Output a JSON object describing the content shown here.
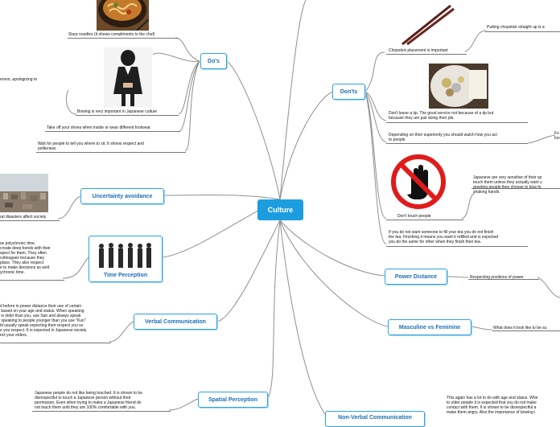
{
  "center": {
    "label": "Culture"
  },
  "branches": {
    "dos": "Do's",
    "donts": "Don'ts",
    "uncertainty": "Uncertainty avoidance",
    "time": "Time Perception",
    "verbal": "Verbal Communication",
    "spatial": "Spatial Perception",
    "power": "Power Distance",
    "masculine": "Masculine vs Feminine",
    "nonverbal": "Non-Verbal Communication"
  },
  "leaves": {
    "slurp": "Slurp noodles (it shows compliments to the chef)",
    "apologize": "erson, apologizing to",
    "bowing": "Bowing is very important in Japanese culture",
    "shoes": "Take off your shoes when inside or wear different footwear",
    "wait": "Wait for people to tell you where to sit. It shows respect and\npoliteness",
    "disasters": "ral disasters affect society",
    "polychronic": "se polychronic time.\ncreate deep bonds with their\nspect for them. They often\ncolleagues because they\nplace. They also respect\ne to make decisions as well.\nychronic time.",
    "verbal_text": "d before in power distance their use of certain\n based on your age and status. When speaking\n is older than you, use San and always speak\n speaking to people younger than you use \"Kun\"\nld usually speak expecting their respect you so\ne you respect. It is expected in Japanese society\nect your elders.",
    "spatial_text": "Japanese people do not like being touched. It is shown to be\ndisrespectful to touch a Japanese person without their\npermission. Even when trying to make a Japanese friend do\nnot touch them until they are 100% comfortable with you.",
    "chopstick_caption": "Chopstick placement is important",
    "chopstick_upright": "Putting chopstick straight up is a",
    "tip": "Don't leave a tip. The good service not because of a tip but\nbecause they are just doing their job.",
    "superiority": "Depending on their superiority you should watch how you act\nto people",
    "right_cut": "Fo\nloo",
    "dont_touch": "Don't touch people",
    "sensitive": "Japanese are very sensitive of their sp\ntouch them unless they actually want y\ngreeting people they choose to bow fo\nshaking hands.",
    "tea": "If you do not want someone to fill your tea you do not finish\nthe tea. Finishing it means you want it refilled and is expected\nyou do the same for other when they finish their tea.",
    "respecting": "Respecting positions of power",
    "looks": "What does it look like to be su",
    "nonverbal_text": "This again has a lot to do with age and status. Whe\nto older people it is expected that you do not make\ncontact with them. It is shown to be disrespectful a\nmake them angry. Also the importance of bowing i"
  },
  "colors": {
    "accent": "#1c9de0",
    "branch_border": "#2aa3e3",
    "branch_text": "#1a6fb5"
  }
}
